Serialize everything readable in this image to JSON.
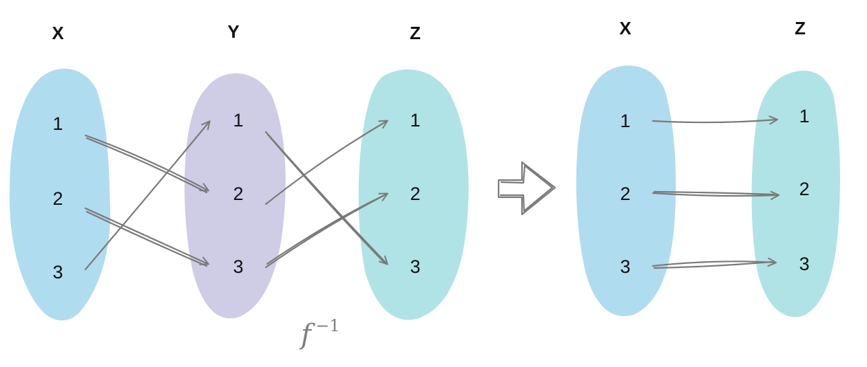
{
  "colors": {
    "set_x": "#b0dcef",
    "set_y": "#cfcce5",
    "set_z": "#b0e3e6",
    "arrow": "#7a7a7a"
  },
  "left": {
    "sets": [
      {
        "title": "X",
        "elements": [
          "1",
          "2",
          "3"
        ]
      },
      {
        "title": "Y",
        "elements": [
          "1",
          "2",
          "3"
        ]
      },
      {
        "title": "Z",
        "elements": [
          "1",
          "2",
          "3"
        ]
      }
    ],
    "function_label": {
      "name": "f",
      "superscript": "−1"
    }
  },
  "transform_arrow": "right-arrow-icon",
  "right": {
    "sets": [
      {
        "title": "X",
        "elements": [
          "1",
          "2",
          "3"
        ]
      },
      {
        "title": "Z",
        "elements": [
          "1",
          "2",
          "3"
        ]
      }
    ]
  }
}
